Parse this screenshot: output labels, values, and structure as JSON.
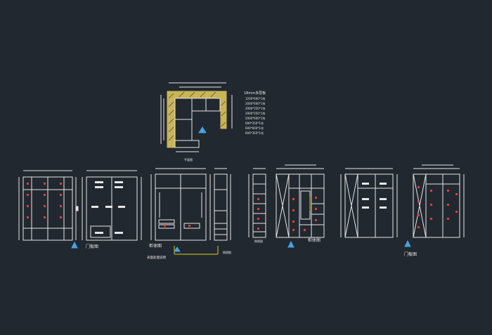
{
  "plan": {
    "legend_title": "18mm多层板",
    "legend_rows": [
      "1200*600*1块",
      "2000*600*1块",
      "2000*350*1块",
      "2000*350*1块",
      "2000*600*1块",
      "600*350*1块",
      "600*600*1块",
      "600*350*1块"
    ],
    "caption": "平面图"
  },
  "labels": {
    "door_panel_1": "门板图",
    "cabinet_body_1": "柜体图",
    "note_1": "表面处理说明",
    "side_view_1": "侧视图",
    "side_view_2": "侧视图",
    "cabinet_body_2": "柜体图",
    "door_panel_2": "门板图"
  },
  "colors": {
    "background": "#212830",
    "lines": "#e6e6e6",
    "hatch": "#c9b458",
    "accent": "#e23b3b",
    "marker": "#45a4e0",
    "highlight": "#d8d010"
  }
}
